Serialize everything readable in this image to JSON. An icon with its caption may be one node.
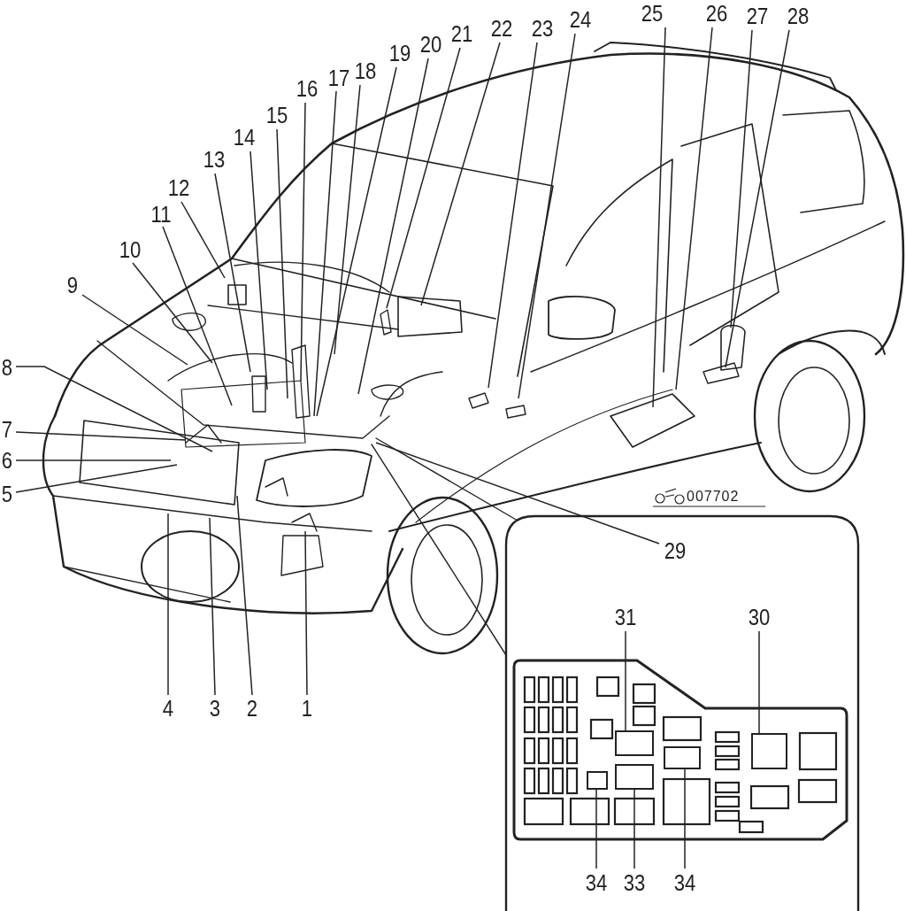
{
  "diagram": {
    "nodes": [
      {
        "text": [
          "1"
        ]
      },
      {
        "text": [
          "2"
        ]
      },
      {
        "text": [
          "3"
        ]
      },
      {
        "text": [
          "4"
        ]
      },
      {
        "text": [
          "5"
        ]
      },
      {
        "text": [
          "6"
        ]
      },
      {
        "text": [
          "7"
        ]
      },
      {
        "text": [
          "8"
        ]
      },
      {
        "text": [
          "9"
        ]
      },
      {
        "text": [
          "10"
        ]
      },
      {
        "text": [
          "11"
        ]
      },
      {
        "text": [
          "12"
        ]
      },
      {
        "text": [
          "13"
        ]
      },
      {
        "text": [
          "14"
        ]
      },
      {
        "text": [
          "15"
        ]
      },
      {
        "text": [
          "16"
        ]
      },
      {
        "text": [
          "17"
        ]
      },
      {
        "text": [
          "18"
        ]
      },
      {
        "text": [
          "19"
        ]
      },
      {
        "text": [
          "20"
        ]
      },
      {
        "text": [
          "21"
        ]
      },
      {
        "text": [
          "22"
        ]
      },
      {
        "text": [
          "23"
        ]
      },
      {
        "text": [
          "24"
        ]
      },
      {
        "text": [
          "25"
        ]
      },
      {
        "text": [
          "26"
        ]
      },
      {
        "text": [
          "27"
        ]
      },
      {
        "text": [
          "28"
        ]
      },
      {
        "text": [
          "29"
        ]
      },
      {
        "text": [
          "31"
        ]
      },
      {
        "text": [
          "30"
        ]
      },
      {
        "text": [
          "34"
        ]
      },
      {
        "text": [
          "33"
        ]
      },
      {
        "text": [
          "34"
        ]
      },
      {
        "text": [],
        "shape": "box"
      },
      {
        "text": [],
        "shape": "box"
      },
      {
        "text": [],
        "shape": "box"
      },
      {
        "text": [],
        "shape": "box"
      },
      {
        "text": [],
        "shape": "box"
      }
    ],
    "edges": [
      {
        "from": 0,
        "to": null,
        "arrow": "none"
      },
      {
        "from": 1,
        "to": null,
        "arrow": "none"
      },
      {
        "from": 2,
        "to": null,
        "arrow": "none"
      },
      {
        "from": 3,
        "to": null,
        "arrow": "none"
      },
      {
        "from": 4,
        "to": null,
        "arrow": "none"
      },
      {
        "from": 5,
        "to": null,
        "arrow": "none"
      },
      {
        "from": 6,
        "to": null,
        "arrow": "none"
      },
      {
        "from": 7,
        "to": null,
        "arrow": "none"
      },
      {
        "from": 8,
        "to": null,
        "arrow": "none"
      },
      {
        "from": 9,
        "to": null,
        "arrow": "none"
      },
      {
        "from": 10,
        "to": null,
        "arrow": "none"
      },
      {
        "from": 11,
        "to": null,
        "arrow": "none"
      },
      {
        "from": 12,
        "to": null,
        "arrow": "none"
      },
      {
        "from": 13,
        "to": null,
        "arrow": "none"
      },
      {
        "from": 14,
        "to": null,
        "arrow": "none"
      },
      {
        "from": 15,
        "to": null,
        "arrow": "none"
      },
      {
        "from": 16,
        "to": null,
        "arrow": "none"
      },
      {
        "from": 17,
        "to": null,
        "arrow": "none"
      },
      {
        "from": 18,
        "to": null,
        "arrow": "none"
      },
      {
        "from": 19,
        "to": null,
        "arrow": "none"
      },
      {
        "from": 20,
        "to": null,
        "arrow": "none"
      },
      {
        "from": 21,
        "to": null,
        "arrow": "none"
      },
      {
        "from": 22,
        "to": null,
        "arrow": "none"
      },
      {
        "from": 23,
        "to": null,
        "arrow": "none"
      },
      {
        "from": 24,
        "to": null,
        "arrow": "none"
      },
      {
        "from": 25,
        "to": null,
        "arrow": "none"
      },
      {
        "from": 26,
        "to": null,
        "arrow": "none"
      },
      {
        "from": 27,
        "to": null,
        "arrow": "none"
      },
      {
        "from": 28,
        "to": null,
        "arrow": "none"
      },
      {
        "from": 29,
        "to": 35,
        "arrow": "none"
      },
      {
        "from": 30,
        "to": 38,
        "arrow": "none"
      },
      {
        "from": 31,
        "to": 34,
        "arrow": "none"
      },
      {
        "from": 32,
        "to": 36,
        "arrow": "none"
      },
      {
        "from": 33,
        "to": 37,
        "arrow": "none"
      }
    ],
    "labels": [
      "007702"
    ]
  }
}
